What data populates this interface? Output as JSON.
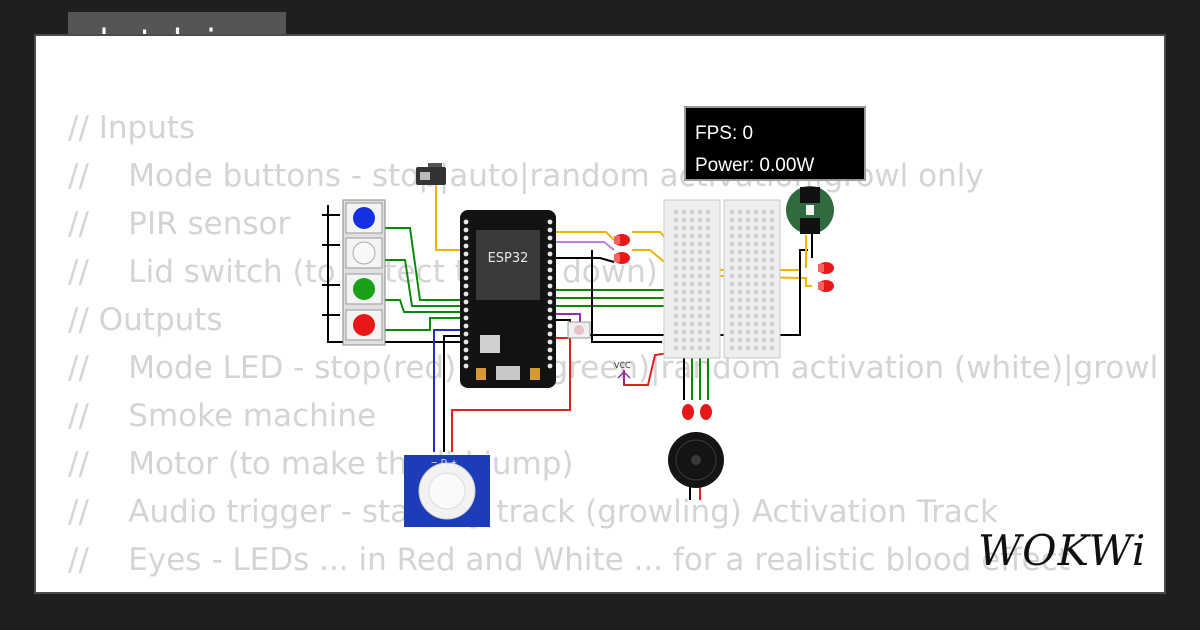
{
  "header": {
    "title": "sketch.ino"
  },
  "code": {
    "lines": [
      "// Inputs",
      "//    Mode buttons - stop|auto|random activation|growl only",
      "//    PIR sensor",
      "//    Lid switch (to detect the lid down)",
      "",
      "// Outputs",
      "//    Mode LED - stop(red)|auto(green)|random activation (white)|growl",
      "//    Smoke machine",
      "//    Motor (to make the lid jump)",
      "//    Audio trigger - standby track (growling) Activation Track",
      "//    Eyes - LEDs ... in Red and White ... for a realistic blood effect"
    ]
  },
  "hud": {
    "fps": "FPS: 0",
    "power": "Power: 0.00W"
  },
  "board": {
    "label": "ESP32"
  },
  "vcc": {
    "label": "VCC"
  },
  "pir": {
    "pins": [
      "−",
      "D",
      "+"
    ]
  },
  "logo": {
    "text": "WOKWi"
  },
  "colors": {
    "background": "#1f1f1f",
    "card": "#ffffff",
    "tab": "#555555",
    "code_text": "#d4d4d4"
  }
}
